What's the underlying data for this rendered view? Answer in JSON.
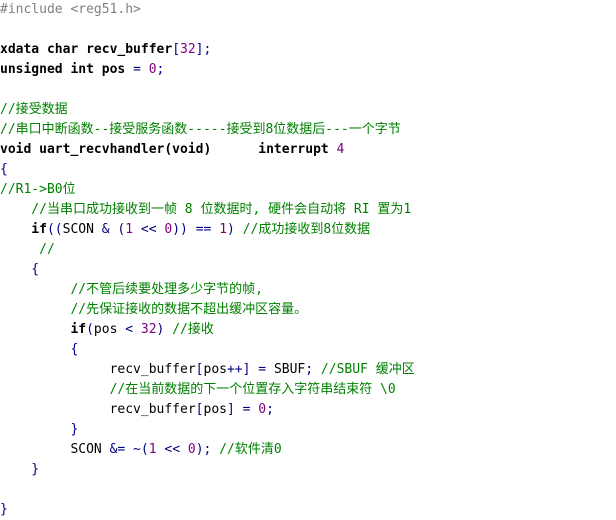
{
  "editor": {
    "lines": [
      {
        "segments": [
          {
            "t": "#include <reg51.h>",
            "c": "ppd"
          }
        ]
      },
      {
        "segments": []
      },
      {
        "segments": [
          {
            "t": "xdata char recv_buffer",
            "c": "kw"
          },
          {
            "t": "[",
            "c": "op"
          },
          {
            "t": "32",
            "c": "num"
          },
          {
            "t": "];",
            "c": "op"
          }
        ]
      },
      {
        "segments": [
          {
            "t": "unsigned int pos ",
            "c": "kw"
          },
          {
            "t": "=",
            "c": "op"
          },
          {
            "t": " ",
            "c": ""
          },
          {
            "t": "0",
            "c": "num"
          },
          {
            "t": ";",
            "c": "op"
          }
        ]
      },
      {
        "segments": []
      },
      {
        "segments": [
          {
            "t": "//接受数据",
            "c": "cmt"
          }
        ]
      },
      {
        "segments": [
          {
            "t": "//串口中断函数--接受服务函数-----接受到8位数据后---一个字节",
            "c": "cmt"
          }
        ]
      },
      {
        "segments": [
          {
            "t": "void uart_recvhandler(void)      interrupt ",
            "c": "kw"
          },
          {
            "t": "4",
            "c": "num"
          }
        ]
      },
      {
        "segments": [
          {
            "t": "{",
            "c": "op"
          }
        ]
      },
      {
        "segments": [
          {
            "t": "//R1->B0位",
            "c": "cmt"
          }
        ]
      },
      {
        "segments": [
          {
            "t": "    //当串口成功接收到一帧 8 位数据时, 硬件会自动将 RI 置为1",
            "c": "cmt"
          }
        ]
      },
      {
        "segments": [
          {
            "t": "    if",
            "c": "kw"
          },
          {
            "t": "((",
            "c": "op"
          },
          {
            "t": "SCON ",
            "c": ""
          },
          {
            "t": "&",
            "c": "op"
          },
          {
            "t": " ",
            "c": ""
          },
          {
            "t": "(",
            "c": "op"
          },
          {
            "t": "1",
            "c": "num"
          },
          {
            "t": " << ",
            "c": "op"
          },
          {
            "t": "0",
            "c": "num"
          },
          {
            "t": ")) == ",
            "c": "op"
          },
          {
            "t": "1",
            "c": "num"
          },
          {
            "t": ") ",
            "c": "op"
          },
          {
            "t": "//成功接收到8位数据",
            "c": "cmt"
          }
        ]
      },
      {
        "segments": [
          {
            "t": "     //",
            "c": "cmt"
          }
        ]
      },
      {
        "segments": [
          {
            "t": "    {",
            "c": "op"
          }
        ]
      },
      {
        "segments": [
          {
            "t": "         //不管后续要处理多少字节的帧,",
            "c": "cmt"
          }
        ]
      },
      {
        "segments": [
          {
            "t": "         //先保证接收的数据不超出缓冲区容量。",
            "c": "cmt"
          }
        ]
      },
      {
        "segments": [
          {
            "t": "         if",
            "c": "kw"
          },
          {
            "t": "(",
            "c": "op"
          },
          {
            "t": "pos ",
            "c": ""
          },
          {
            "t": "<",
            "c": "op"
          },
          {
            "t": " ",
            "c": ""
          },
          {
            "t": "32",
            "c": "num"
          },
          {
            "t": ") ",
            "c": "op"
          },
          {
            "t": "//接收",
            "c": "cmt"
          }
        ]
      },
      {
        "segments": [
          {
            "t": "         {",
            "c": "op"
          }
        ]
      },
      {
        "segments": [
          {
            "t": "              recv_buffer",
            "c": ""
          },
          {
            "t": "[",
            "c": "op"
          },
          {
            "t": "pos",
            "c": ""
          },
          {
            "t": "++] = ",
            "c": "op"
          },
          {
            "t": "SBUF",
            "c": ""
          },
          {
            "t": "; ",
            "c": "op"
          },
          {
            "t": "//SBUF 缓冲区",
            "c": "cmt"
          }
        ]
      },
      {
        "segments": [
          {
            "t": "              //在当前数据的下一个位置存入字符串结束符 \\0",
            "c": "cmt"
          }
        ]
      },
      {
        "segments": [
          {
            "t": "              recv_buffer",
            "c": ""
          },
          {
            "t": "[",
            "c": "op"
          },
          {
            "t": "pos",
            "c": ""
          },
          {
            "t": "] = ",
            "c": "op"
          },
          {
            "t": "0",
            "c": "num"
          },
          {
            "t": ";",
            "c": "op"
          }
        ]
      },
      {
        "segments": [
          {
            "t": "         }",
            "c": "op"
          }
        ]
      },
      {
        "segments": [
          {
            "t": "         SCON ",
            "c": ""
          },
          {
            "t": "&= ~(",
            "c": "op"
          },
          {
            "t": "1",
            "c": "num"
          },
          {
            "t": " << ",
            "c": "op"
          },
          {
            "t": "0",
            "c": "num"
          },
          {
            "t": "); ",
            "c": "op"
          },
          {
            "t": "//软件清0",
            "c": "cmt"
          }
        ]
      },
      {
        "segments": [
          {
            "t": "    }",
            "c": "op"
          }
        ]
      },
      {
        "segments": []
      },
      {
        "segments": [
          {
            "t": "}",
            "c": "op"
          }
        ]
      }
    ]
  }
}
